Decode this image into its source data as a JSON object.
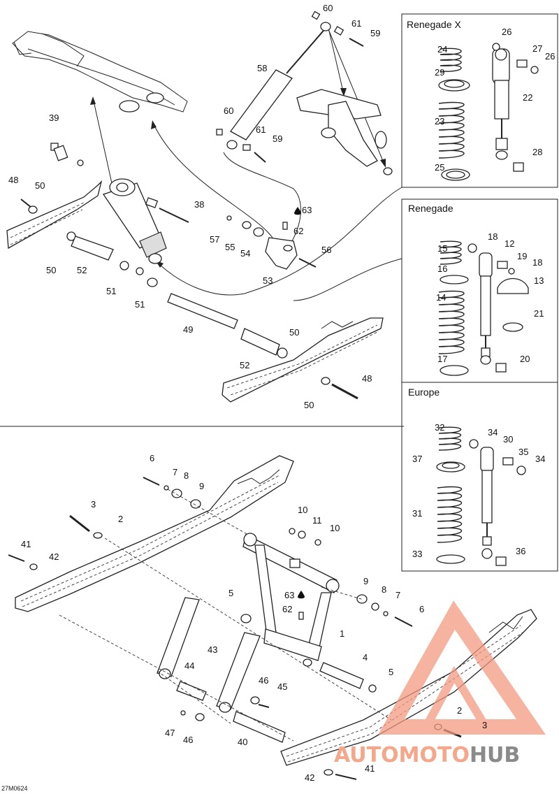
{
  "panels": {
    "renegade_x": "Renegade X",
    "renegade": "Renegade",
    "europe": "Europe"
  },
  "figure_code": "27M0624",
  "watermark": {
    "text_a": "AUTOMOTO",
    "text_b": "HUB",
    "color_a": "#f4a78a",
    "color_b": "#8a8a8a",
    "logo": "triangle-logo"
  },
  "callouts": {
    "c60a": "60",
    "c61a": "61",
    "c59a": "59",
    "c58": "58",
    "c60b": "60",
    "c61b": "61",
    "c59b": "59",
    "c39": "39",
    "c48a": "48",
    "c50a": "50",
    "c38": "38",
    "c63a": "63",
    "c62a": "62",
    "c57": "57",
    "c55": "55",
    "c54": "54",
    "c56": "56",
    "c50b": "50",
    "c52a": "52",
    "c51a": "51",
    "c51b": "51",
    "c53": "53",
    "c49": "49",
    "c50c": "50",
    "c52b": "52",
    "c48b": "48",
    "c50d": "50",
    "c26a": "26",
    "c24": "24",
    "c27": "27",
    "c26b": "26",
    "c29": "29",
    "c22": "22",
    "c23": "23",
    "c28": "28",
    "c25": "25",
    "c18a": "18",
    "c15": "15",
    "c12": "12",
    "c19": "19",
    "c18b": "18",
    "c16": "16",
    "c13": "13",
    "c14": "14",
    "c21": "21",
    "c17": "17",
    "c20": "20",
    "c32": "32",
    "c34a": "34",
    "c30": "30",
    "c35": "35",
    "c34b": "34",
    "c37": "37",
    "c31": "31",
    "c33": "33",
    "c36": "36",
    "c6a": "6",
    "c7a": "7",
    "c8a": "8",
    "c9a": "9",
    "c3a": "3",
    "c2a": "2",
    "c41a": "41",
    "c42a": "42",
    "c10a": "10",
    "c11": "11",
    "c10b": "10",
    "c9b": "9",
    "c8b": "8",
    "c7b": "7",
    "c6b": "6",
    "c5a": "5",
    "c63b": "63",
    "c62b": "62",
    "c1": "1",
    "c4": "4",
    "c5b": "5",
    "c43": "43",
    "c44": "44",
    "c46a": "46",
    "c45": "45",
    "c47": "47",
    "c46b": "46",
    "c40": "40",
    "c2b": "2",
    "c3b": "3",
    "c42b": "42",
    "c41b": "41"
  }
}
